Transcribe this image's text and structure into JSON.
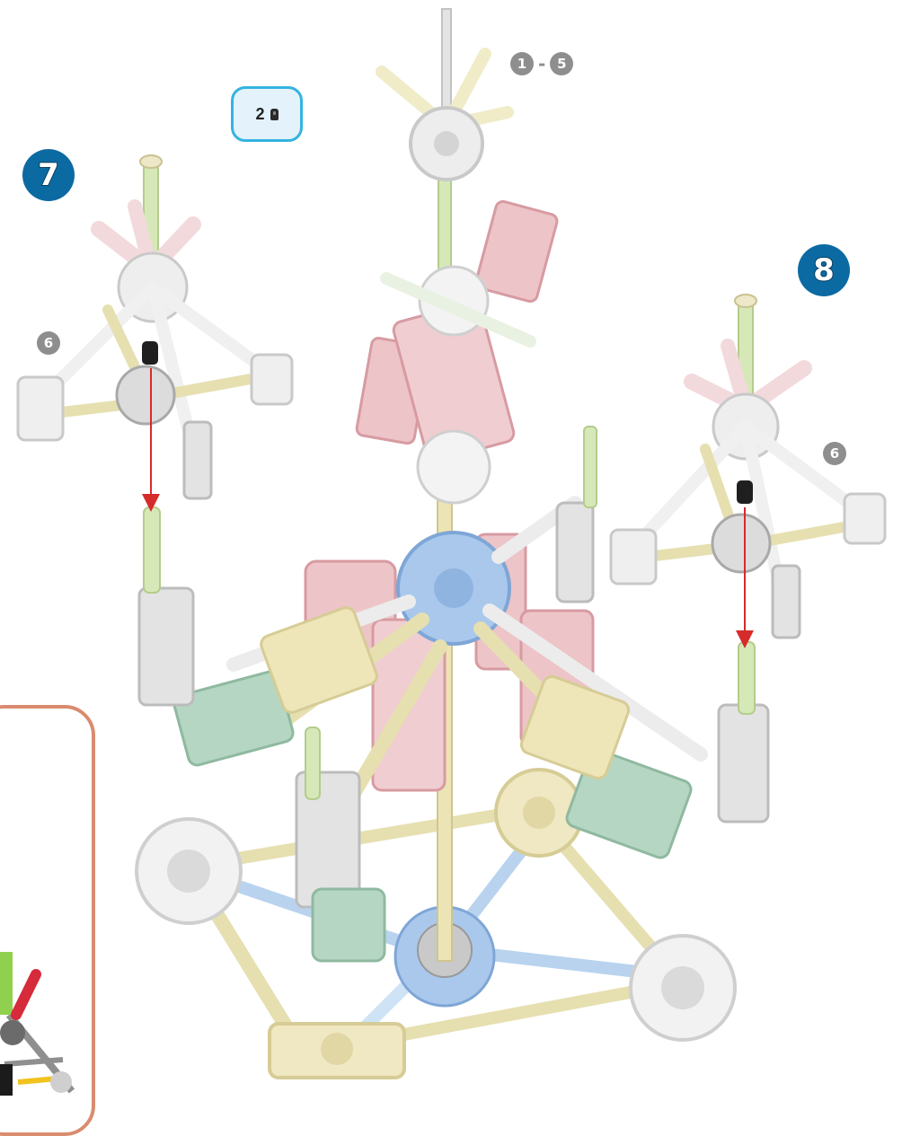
{
  "steps": {
    "step7": "7",
    "step8": "8"
  },
  "sub_steps": {
    "range_start": "1",
    "range_sep": "-",
    "range_end": "5",
    "left_sub": "6",
    "right_sub": "6"
  },
  "parts_callout": {
    "quantity": "2",
    "part_icon": "nut-icon"
  },
  "colors": {
    "badge_blue": "#0c6aa2",
    "callout_border": "#34b3e0",
    "panel_border": "#d98c6f",
    "arrow_red": "#d62b2b",
    "connector_blue": "#8fb8e0",
    "connector_pink": "#e9b8bf",
    "rod_yellow": "#ece4b4",
    "gear_green": "#a9cdb7",
    "gear_white": "#efefef"
  }
}
